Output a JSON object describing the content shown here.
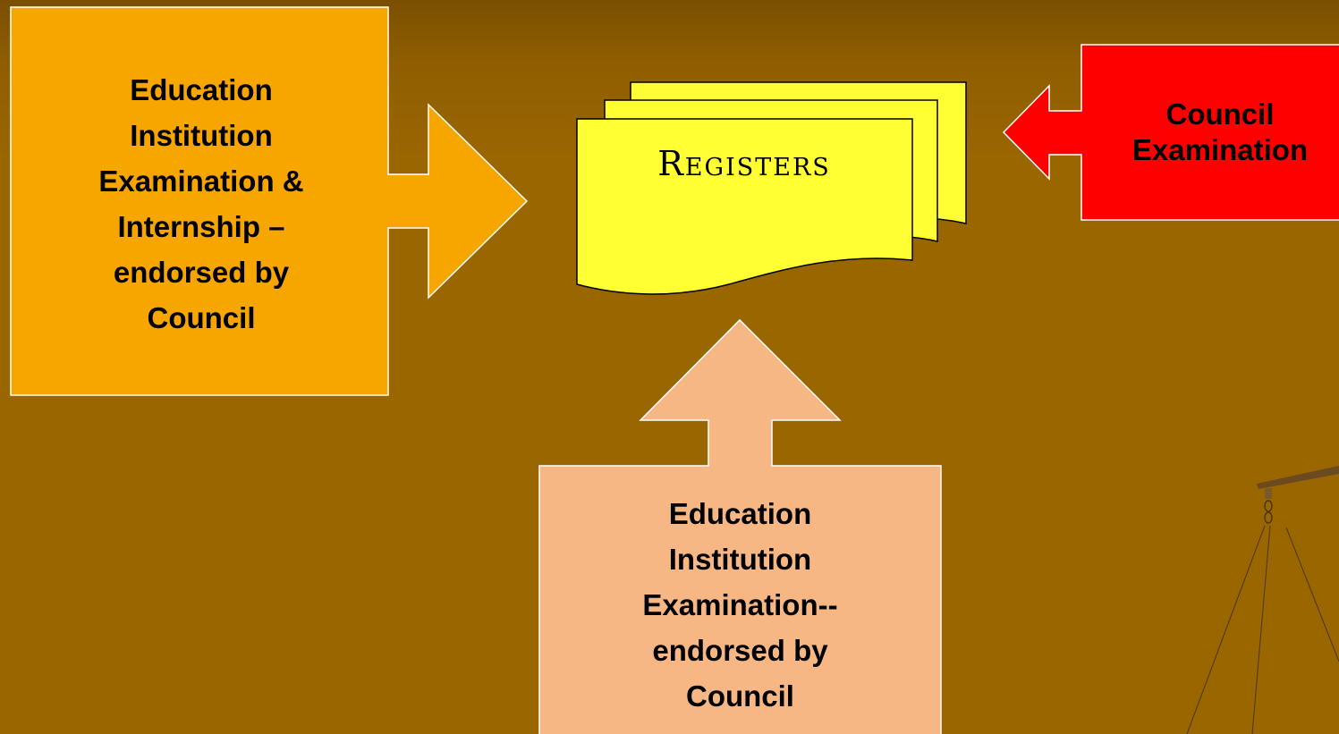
{
  "diagram": {
    "left_box": {
      "label": "Education\nInstitution\nExamination &\nInternship –\nendorsed by\nCouncil",
      "fill": "#f7a600"
    },
    "right_box": {
      "label": "Council\nExamination",
      "fill": "#ff0000"
    },
    "bottom_box": {
      "label": "Education\nInstitution\nExamination--\nendorsed by\nCouncil",
      "fill": "#f7b784"
    },
    "document_stack": {
      "title": "Registers",
      "fill": "#ffff33"
    }
  },
  "colors": {
    "background": "#9a6600",
    "background_top": "#7a4f00",
    "outline": "#ffffff",
    "scale_decoration": "#6b4a1f"
  },
  "decoration": {
    "icon": "balance-scale-icon"
  }
}
